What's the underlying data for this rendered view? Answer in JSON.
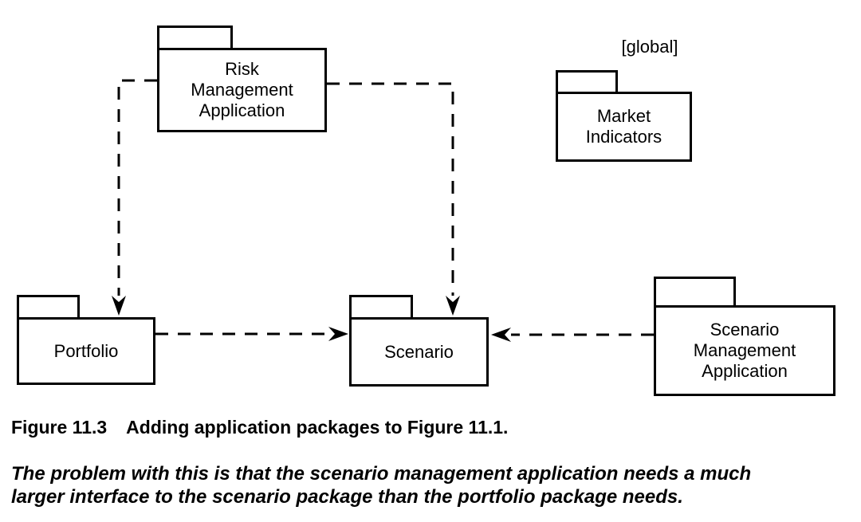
{
  "diagram": {
    "type": "uml-package-diagram",
    "global_annotation": "[global]",
    "packages": {
      "risk_management_application": {
        "label": "Risk\nManagement\nApplication"
      },
      "market_indicators": {
        "label": "Market\nIndicators",
        "annotation": "[global]"
      },
      "portfolio": {
        "label": "Portfolio"
      },
      "scenario": {
        "label": "Scenario"
      },
      "scenario_management_application": {
        "label": "Scenario\nManagement\nApplication"
      }
    },
    "dependencies": [
      {
        "from": "Risk Management Application",
        "to": "Portfolio",
        "style": "dashed-arrow"
      },
      {
        "from": "Risk Management Application",
        "to": "Scenario",
        "style": "dashed-arrow"
      },
      {
        "from": "Portfolio",
        "to": "Scenario",
        "style": "dashed-arrow"
      },
      {
        "from": "Scenario Management Application",
        "to": "Scenario",
        "style": "dashed-arrow"
      }
    ]
  },
  "caption": {
    "label": "Figure 11.3",
    "text": "Adding application packages to Figure 11.1."
  },
  "note": {
    "text": "The problem with this is that the scenario management application needs a much\nlarger interface to the scenario package than the portfolio package needs."
  },
  "colors": {
    "line": "#000000",
    "background": "#ffffff",
    "text": "#000000"
  }
}
